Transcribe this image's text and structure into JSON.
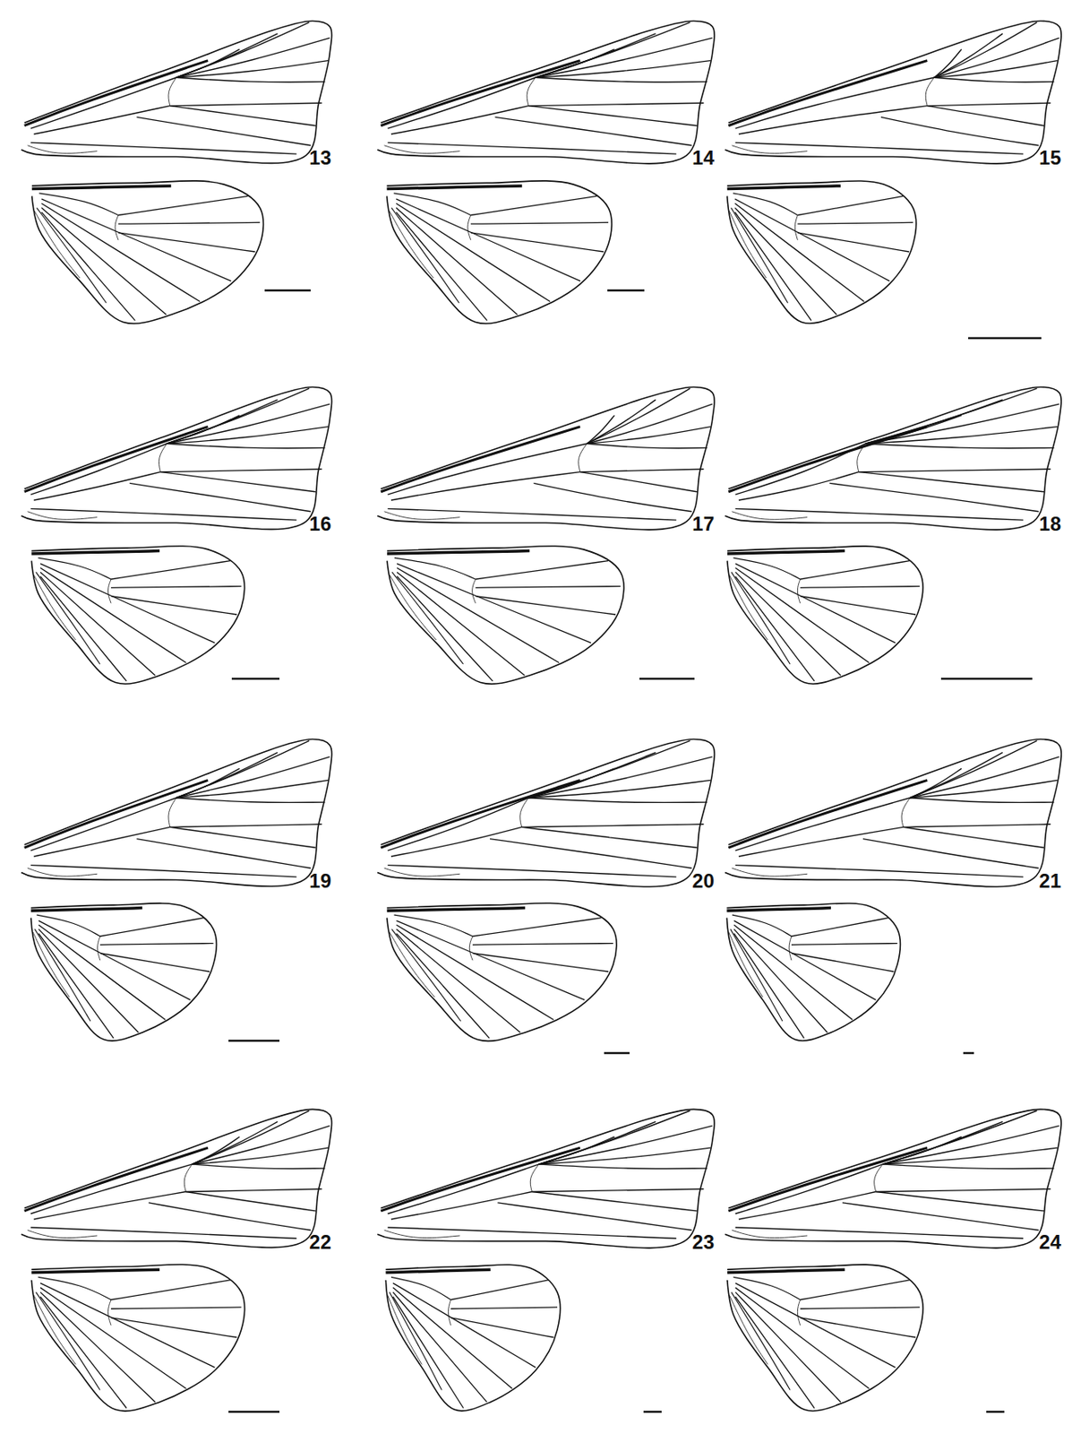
{
  "diagram": {
    "labels": [
      "13",
      "14",
      "15",
      "16",
      "17",
      "18",
      "19",
      "20",
      "21",
      "22",
      "23",
      "24"
    ]
  }
}
